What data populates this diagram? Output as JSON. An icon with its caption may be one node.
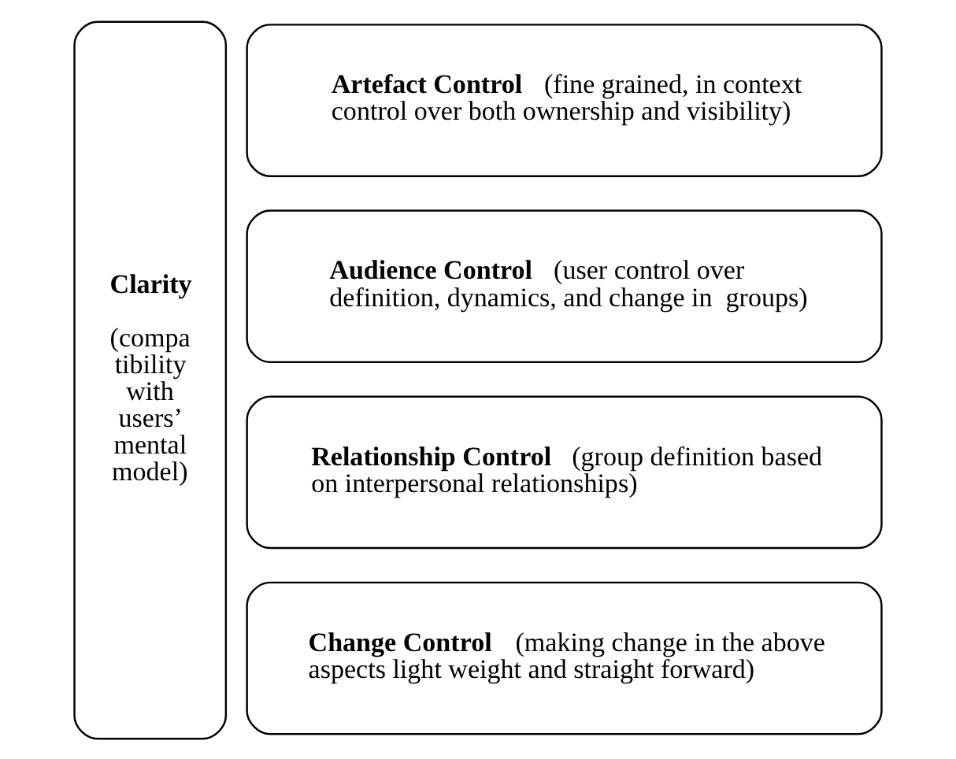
{
  "diagram": {
    "nodes": [
      {
        "text": [
          "Clarity",
          "(compa tibility with users’ mental model)"
        ]
      },
      {
        "text": [
          "**Artefact Control** (fine grained, in context control over both ownership and visibility)"
        ]
      },
      {
        "text": [
          "**Audience Control** (user control over definition, dynamics, and change in  groups)"
        ]
      },
      {
        "text": [
          "**Relationship Control** (group definition based on interpersonal relationships)"
        ]
      },
      {
        "text": [
          "**Change Control** (making change in the above aspects light weight and straight forward)"
        ]
      }
    ]
  }
}
